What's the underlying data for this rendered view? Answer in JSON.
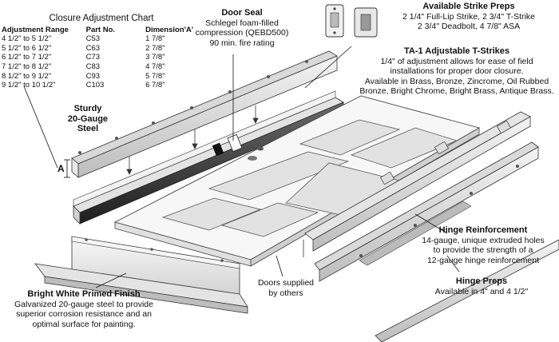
{
  "closure_chart": {
    "title": "Closure Adjustment Chart",
    "headers": [
      "Adjustment Range",
      "Part No.",
      "Dimension'A'"
    ],
    "rows": [
      [
        "4 1/2\" to 5 1/2\"",
        "C53",
        "1 7/8\""
      ],
      [
        "5 1/2\" to 6 1/2\"",
        "C63",
        "2 7/8\""
      ],
      [
        "6 1/2\" to 7 1/2\"",
        "C73",
        "3 7/8\""
      ],
      [
        "7 1/2\" to 8 1/2\"",
        "C83",
        "4 7/8\""
      ],
      [
        "8 1/2\" to 9 1/2\"",
        "C93",
        "5 7/8\""
      ],
      [
        "9 1/2\" to 10 1/2\"",
        "C103",
        "6 7/8\""
      ]
    ]
  },
  "door_seal": {
    "heading": "Door Seal",
    "lines": [
      "Schlegel foam-filled",
      "compression (QEBD500)",
      "90 min. fire rating"
    ]
  },
  "strike_preps": {
    "heading": "Available Strike Preps",
    "lines": [
      "2 1/4\" Full-Lip Strike, 2 3/4\" T-Strike",
      "2 3/4\" Deadbolt, 4 7/8\" ASA"
    ]
  },
  "t_strikes": {
    "heading": "TA-1 Adjustable T-Strikes",
    "lines": [
      "1/4\" of adjustment allows for ease of field",
      "installations for proper door closure.",
      "Available in Brass, Bronze, Zincrome,  Oil Rubbed",
      "Bronze, Bright Chrome, Bright Brass, Antique Brass."
    ]
  },
  "steel": {
    "lines": [
      "Sturdy",
      "20-Gauge",
      "Steel"
    ]
  },
  "dimension_label": "A",
  "hinge_reinforcement": {
    "heading": "Hinge Reinforcement",
    "lines": [
      "14-gauge, unique extruded holes",
      "to provide the strength of a",
      "12-gauge hinge reinforcement"
    ]
  },
  "doors": {
    "lines": [
      "Doors supplied",
      "by others"
    ]
  },
  "primed_finish": {
    "heading": "Bright White Primed Finish",
    "lines": [
      "Galvanized 20-gauge steel to provide",
      "superior corrosion resistance and an",
      "optimal surface for painting."
    ]
  },
  "hinge_preps": {
    "heading": "Hinge Preps",
    "lines": [
      "Available in 4\" and 4 1/2\""
    ]
  },
  "colors": {
    "steel_light": "#e6e6e6",
    "steel_mid": "#c4c4c4",
    "steel_dark": "#3a3a3a",
    "door_panel": "#f2f2f2",
    "outline": "#333333"
  }
}
